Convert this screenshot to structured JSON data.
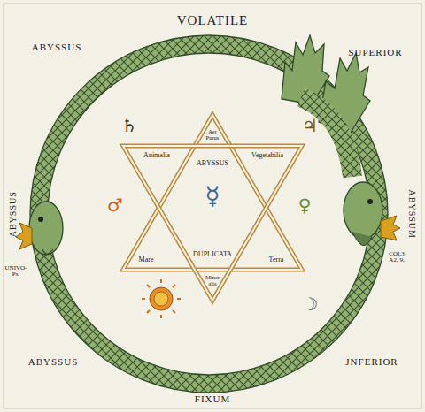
{
  "diagram": {
    "labels": [
      "VOLATILE",
      "ABYSSUS",
      "SUPERIOR",
      "♄",
      "♃",
      "Aer Purus",
      "Animalia",
      "ABYSSUS",
      "Vegetabilia",
      "ABYSSUS",
      "♂",
      "☿",
      "♀",
      "ABYSSUM",
      "UNIVO- Ps.",
      "COL3 A2, 9.",
      "DUPLICATA",
      "Mare",
      "Terra",
      "Miner alia",
      "☽",
      "ABYSSUS",
      "JNFERIOR",
      "FIXUM"
    ]
  }
}
